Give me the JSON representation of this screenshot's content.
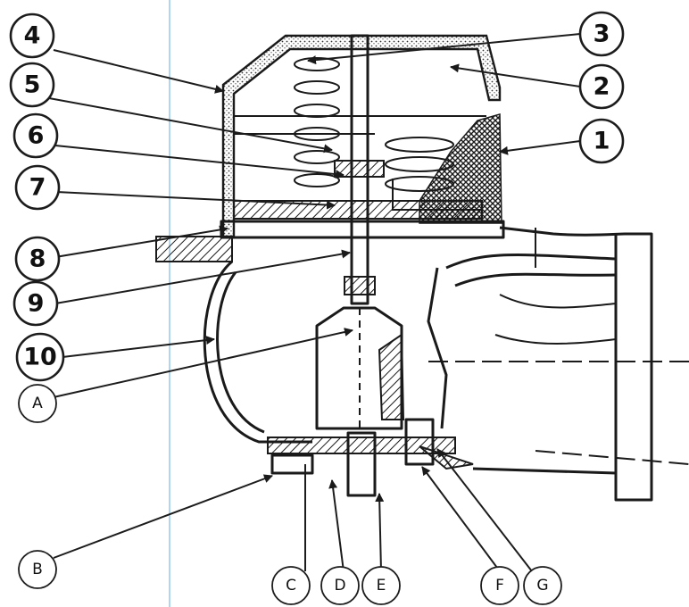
{
  "colors": {
    "ink": "#1a1a1a",
    "background": "#ffffff",
    "scan_line": "#8fc3ea"
  },
  "callouts": {
    "c1": "1",
    "c2": "2",
    "c3": "3",
    "c4": "4",
    "c5": "5",
    "c6": "6",
    "c7": "7",
    "c8": "8",
    "c9": "9",
    "c10": "10",
    "cA": "A",
    "cB": "B",
    "cC": "C",
    "cD": "D",
    "cE": "E",
    "cF": "F",
    "cG": "G"
  }
}
